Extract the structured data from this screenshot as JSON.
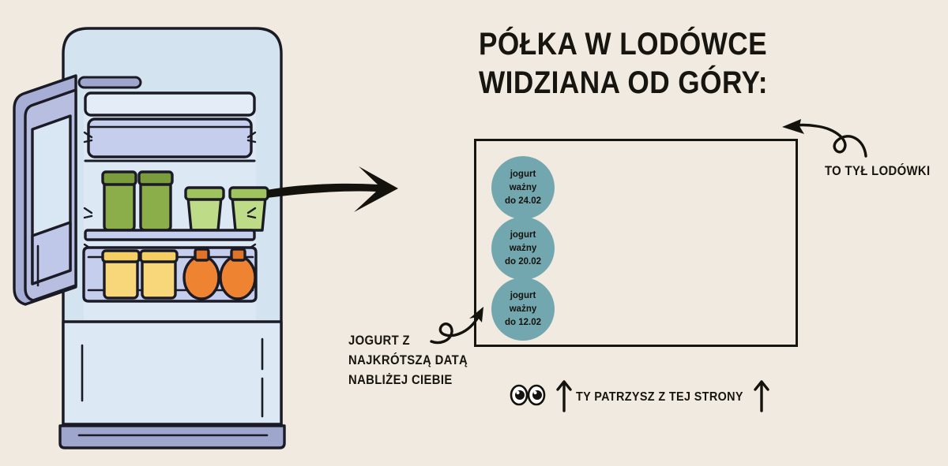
{
  "page": {
    "background_color": "#F1EAE0",
    "ink_color": "#17150F"
  },
  "title": {
    "line1": "PÓŁKA W LODÓWCE",
    "line2": "WIDZIANA OD GÓRY:"
  },
  "shelf_diagram": {
    "accent_color": "#73A7B0",
    "border_color": "#17150F",
    "yogurts": [
      {
        "line1": "jogurt",
        "line2": "ważny",
        "line3": "do 24.02"
      },
      {
        "line1": "jogurt",
        "line2": "ważny",
        "line3": "do 20.02"
      },
      {
        "line1": "jogurt",
        "line2": "ważny",
        "line3": "do 12.02"
      }
    ]
  },
  "annotations": {
    "back_of_fridge": "TO TYŁ LODÓWKI",
    "shortest_date": {
      "line1": "JOGURT Z",
      "line2": "NAJKRÓTSZĄ DATĄ",
      "line3": "NABLIŻEJ CIEBIE"
    },
    "viewer_side": "TY PATRZYSZ Z TEJ STRONY"
  },
  "icons": {
    "big_arrow": "arrow-right-icon",
    "back_arrow": "curly-arrow-left-icon",
    "curly_arrow": "curly-arrow-up-right-icon",
    "eyes": "eyes-icon",
    "up_arrow": "arrow-up-icon"
  },
  "fridge": {
    "body_color": "#D4E3F0",
    "trim_color": "#9EA6CE",
    "shelf_color": "#C5CEEC",
    "outline_color": "#1B1B26",
    "items": {
      "top_shelf": [
        {
          "name": "container-dark-green-tall-1",
          "color": "#8CAE4A",
          "lid": "#7A9C3C"
        },
        {
          "name": "container-dark-green-tall-2",
          "color": "#8CAE4A",
          "lid": "#7A9C3C"
        },
        {
          "name": "container-light-green-1",
          "color": "#BEDB87",
          "lid": "#9FC35E"
        },
        {
          "name": "container-light-green-2",
          "color": "#BEDB87",
          "lid": "#9FC35E"
        }
      ],
      "bottom_shelf": [
        {
          "name": "container-yellow-1",
          "color": "#F8D77A",
          "lid": "#F5CF63"
        },
        {
          "name": "container-yellow-2",
          "color": "#F8D77A",
          "lid": "#F5CF63"
        },
        {
          "name": "bottle-orange-1",
          "color": "#EE8432",
          "cap": "#DF7428"
        },
        {
          "name": "bottle-orange-2",
          "color": "#EE8432",
          "cap": "#DF7428"
        }
      ]
    }
  }
}
